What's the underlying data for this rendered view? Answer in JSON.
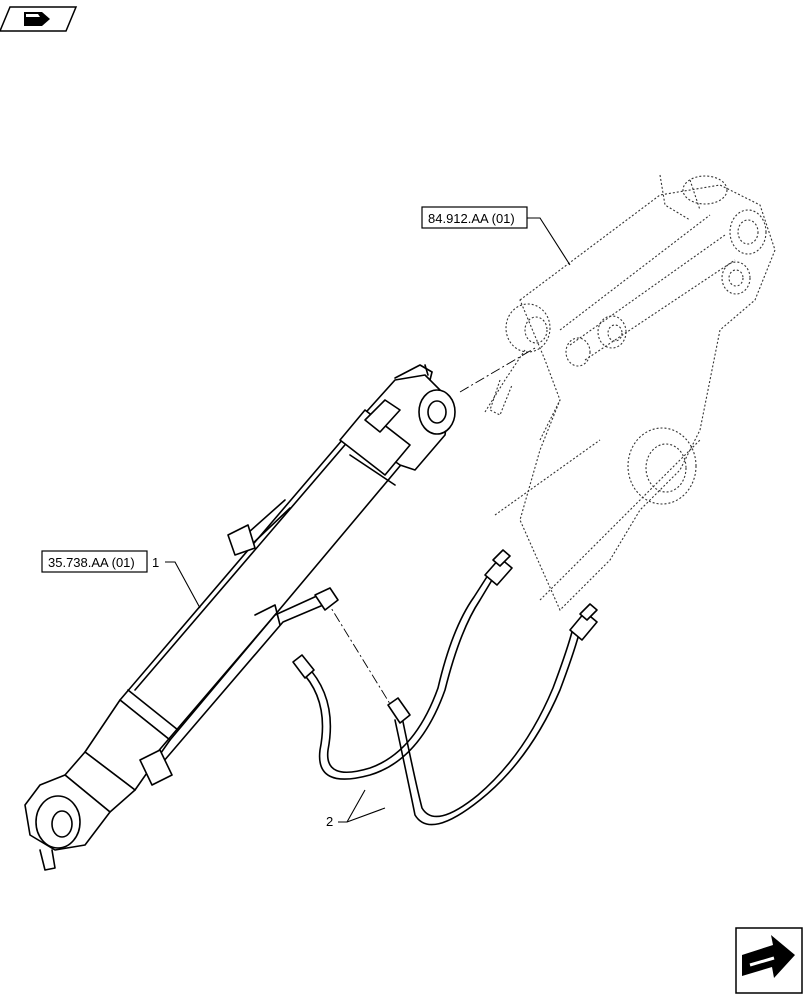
{
  "references": {
    "boom_ref": "84.912.AA (01)",
    "cylinder_ref": "35.738.AA (01)"
  },
  "callouts": {
    "cylinder_number": "1",
    "hose_number": "2"
  },
  "icons": {
    "top_left": "book-arrow-icon",
    "bottom_right": "next-page-arrow-icon"
  }
}
